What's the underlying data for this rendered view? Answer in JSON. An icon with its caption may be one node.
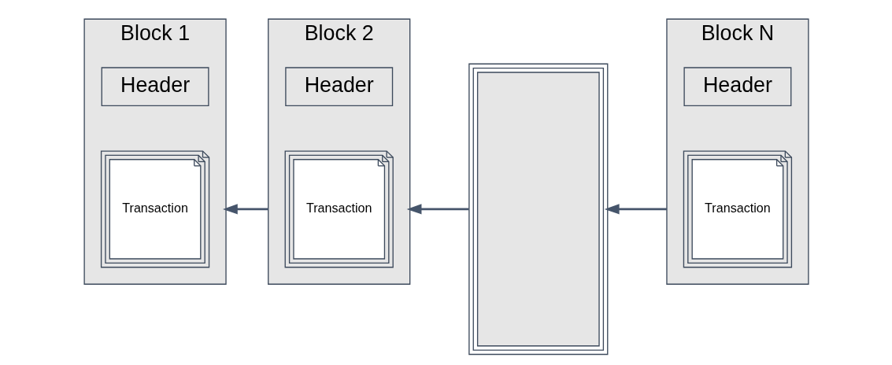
{
  "diagram": {
    "nodes": [
      {
        "text": [
          "Block 1"
        ]
      },
      {
        "text": [
          "Header"
        ],
        "in": 0
      },
      {
        "text": [
          "Transaction"
        ],
        "in": 0
      },
      {
        "text": [
          "Block 2"
        ]
      },
      {
        "text": [
          "Header"
        ],
        "in": 3
      },
      {
        "text": [
          "Transaction"
        ],
        "in": 3
      },
      {
        "text": [],
        "shape": "box"
      },
      {
        "text": [
          "Block N"
        ]
      },
      {
        "text": [
          "Header"
        ],
        "in": 7
      },
      {
        "text": [
          "Transaction"
        ],
        "in": 7
      }
    ],
    "edges": [
      {
        "from": 3,
        "to": 0,
        "arrow": "to"
      },
      {
        "from": 6,
        "to": 3,
        "arrow": "to"
      },
      {
        "from": 7,
        "to": 6,
        "arrow": "to"
      }
    ]
  }
}
